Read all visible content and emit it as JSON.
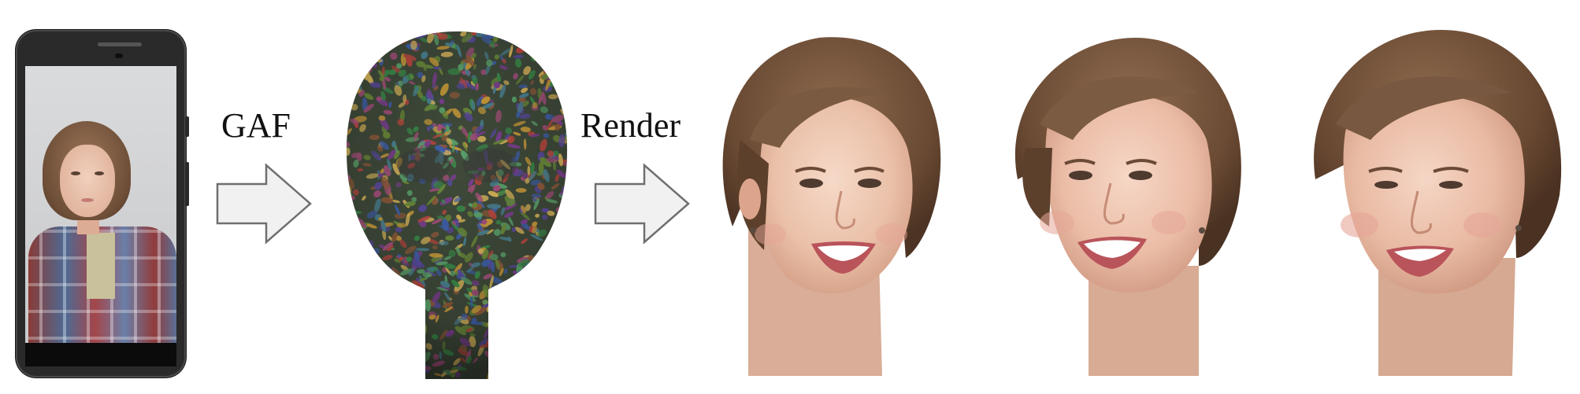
{
  "labels": {
    "step1": "GAF",
    "step2": "Render"
  },
  "icons": {
    "arrow1": "block-right-arrow",
    "arrow2": "block-right-arrow"
  },
  "colors": {
    "arrow_fill": "#f1f1f1",
    "arrow_stroke": "#6f6f6f",
    "phone_body": "#2a2a2a",
    "hair": "#6e4c35",
    "skin": "#ecc4ae",
    "lips": "#c46a68"
  }
}
